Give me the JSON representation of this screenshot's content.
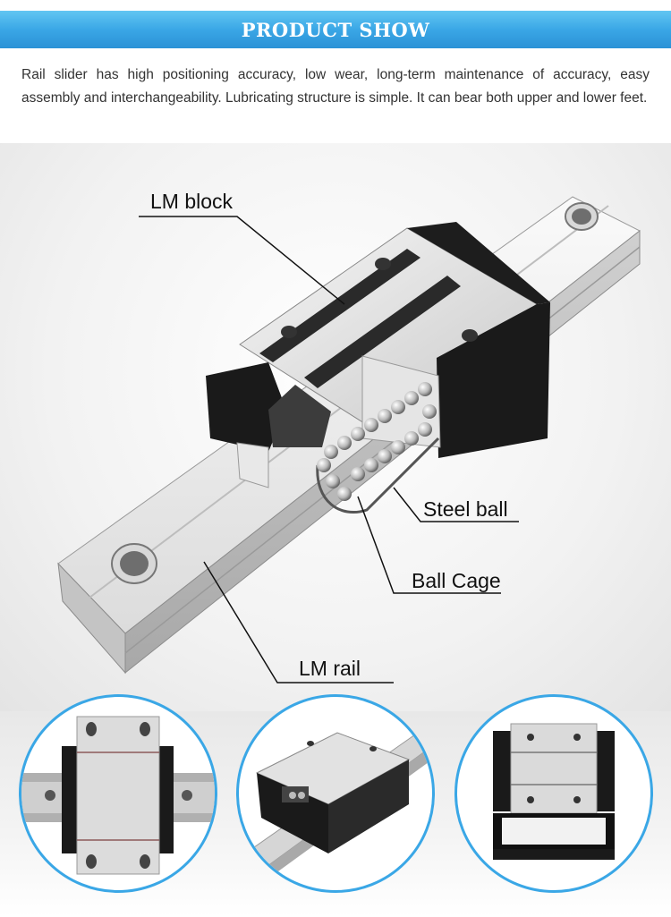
{
  "banner": {
    "title": "PRODUCT SHOW"
  },
  "description": "Rail slider has high positioning accuracy, low wear, long-term maintenance of accuracy, easy assembly and interchangeability. Lubricating structure is simple. It can bear both upper and lower feet.",
  "callouts": {
    "lm_block": "LM block",
    "steel_ball": "Steel ball",
    "ball_cage": "Ball Cage",
    "lm_rail": "LM rail"
  },
  "colors": {
    "banner": "#3aa7e6",
    "circle_border": "#3aa7e6"
  }
}
